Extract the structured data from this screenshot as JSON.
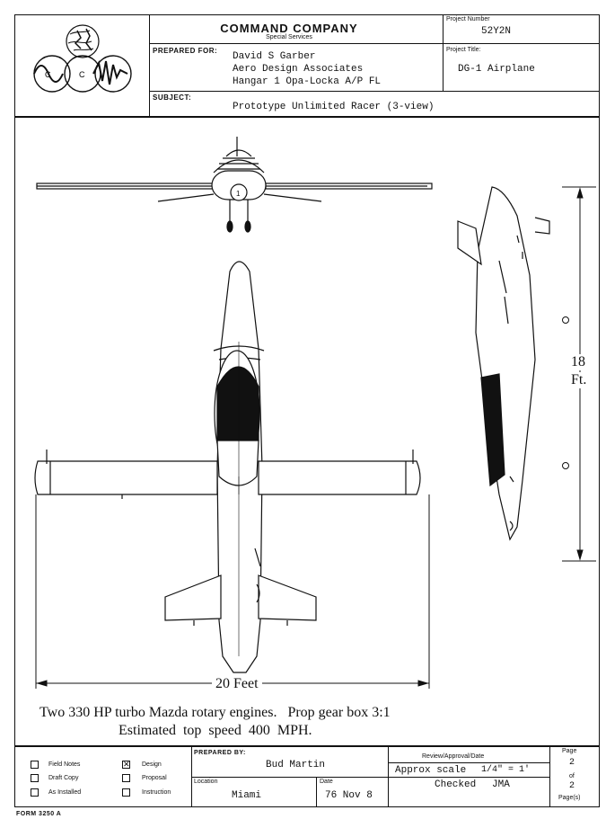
{
  "header": {
    "company": "COMMAND COMPANY",
    "company_sub": "Special Services",
    "project_number_label": "Project Number",
    "project_number": "52Y2N",
    "prepared_for_label": "PREPARED FOR:",
    "prepared_for_lines": [
      "David S Garber",
      "Aero Design Associates",
      "Hangar 1 Opa-Locka A/P FL"
    ],
    "project_title_label": "Project Title:",
    "project_title": "DG-1 Airplane",
    "subject_label": "SUBJECT:",
    "subject": "Prototype Unlimited Racer (3-view)"
  },
  "drawing": {
    "dim_height_value": "18",
    "dim_height_unit": "Ft.",
    "dim_width": "20 Feet",
    "note_line1": "Two 330 HP turbo Mazda rotary engines.   Prop gear box 3:1",
    "note_line2": "Estimated  top  speed  400  MPH."
  },
  "footer": {
    "checkboxes": [
      {
        "label": "Field Notes",
        "checked": false
      },
      {
        "label": "Draft Copy",
        "checked": false
      },
      {
        "label": "As Installed",
        "checked": false
      },
      {
        "label": "Design",
        "checked": true
      },
      {
        "label": "Proposal",
        "checked": false
      },
      {
        "label": "Instruction",
        "checked": false
      }
    ],
    "prepared_by_label": "PREPARED BY:",
    "prepared_by": "Bud Martin",
    "location_label": "Location",
    "location": "Miami",
    "date_label": "Date",
    "date": "76 Nov 8",
    "review_label": "Review/Approval/Date",
    "approx_scale": "Approx scale",
    "scale_value": "1/4\" = 1'",
    "checked_label": "Checked",
    "checked_value": "JMA",
    "page_label": "Page",
    "page_num": "2",
    "page_of": "of",
    "page_total": "2",
    "pages_label": "Page(s)",
    "form_number": "FORM 3250 A"
  }
}
